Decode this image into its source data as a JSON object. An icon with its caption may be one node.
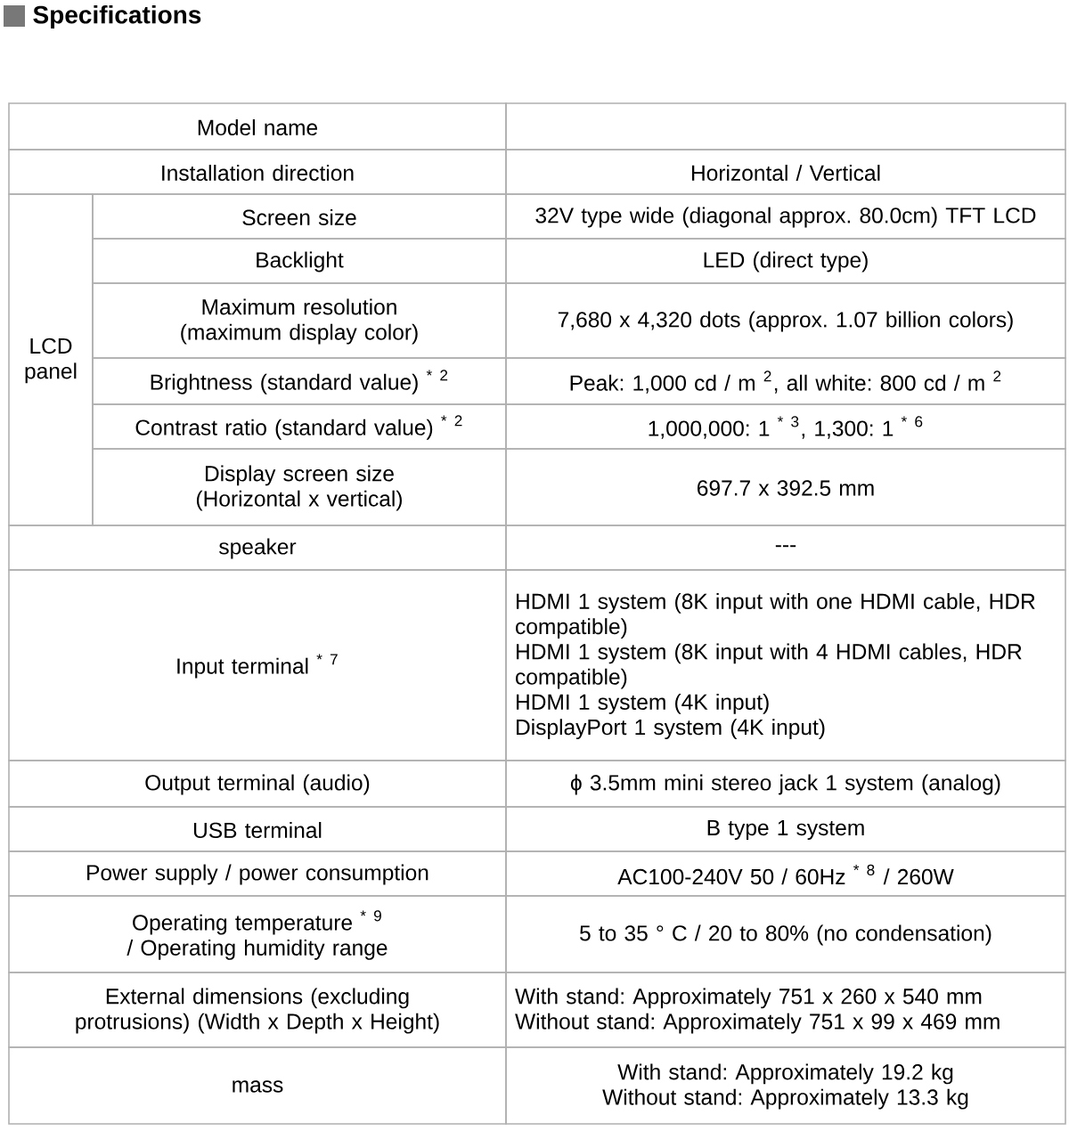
{
  "diagram": {
    "title": "Specifications",
    "labels": [
      "Model name",
      "Installation direction",
      "Horizontal / Vertical",
      "LCD panel",
      "Screen size",
      "32V type wide (diagonal approx. 80.0cm) TFT LCD",
      "Backlight",
      "LED (direct type)",
      "Maximum resolution (maximum display color)",
      "7,680 x 4,320 dots (approx. 1.07 billion colors)",
      "Brightness (standard value) $^{* 2}$",
      "Peak: 1,000 cd / m $^{2}$, all white: 800 cd / m $^{2}$",
      "Contrast ratio (standard value) $^{* 2}$",
      "1,000,000: 1 $^{* 3}$, 1,300: 1 $^{* 6}$",
      "Display screen size (Horizontal x vertical)",
      "697.7 x 392.5 mm",
      "speaker",
      "---",
      "Input terminal $^{* 7}$",
      "HDMI 1 system (8K input with one HDMI cable, HDR compatible)",
      "HDMI 1 system (8K input with 4 HDMI cables, HDR compatible)",
      "HDMI 1 system (4K input)",
      "DisplayPort 1 system (4K input)",
      "Output terminal (audio)",
      "ϕ 3.5mm mini stereo jack 1 system (analog)",
      "USB terminal",
      "B type 1 system",
      "Power supply / power consumption",
      "AC100-240V 50 / 60Hz $^{* 8}$ / 260W",
      "Operating temperature $^{* 9}$ / Operating humidity range",
      "5 to 35 ° C / 20 to 80% (no condensation)",
      "External dimensions (excluding protrusions) (Width x Depth x Height)",
      "With stand: Approximately 751 x 260 x 540 mm",
      "Without stand: Approximately 751 x 99 x 469 mm",
      "mass",
      "With stand: Approximately 19.2 kg",
      "Without stand: Approximately 13.3 kg"
    ]
  }
}
